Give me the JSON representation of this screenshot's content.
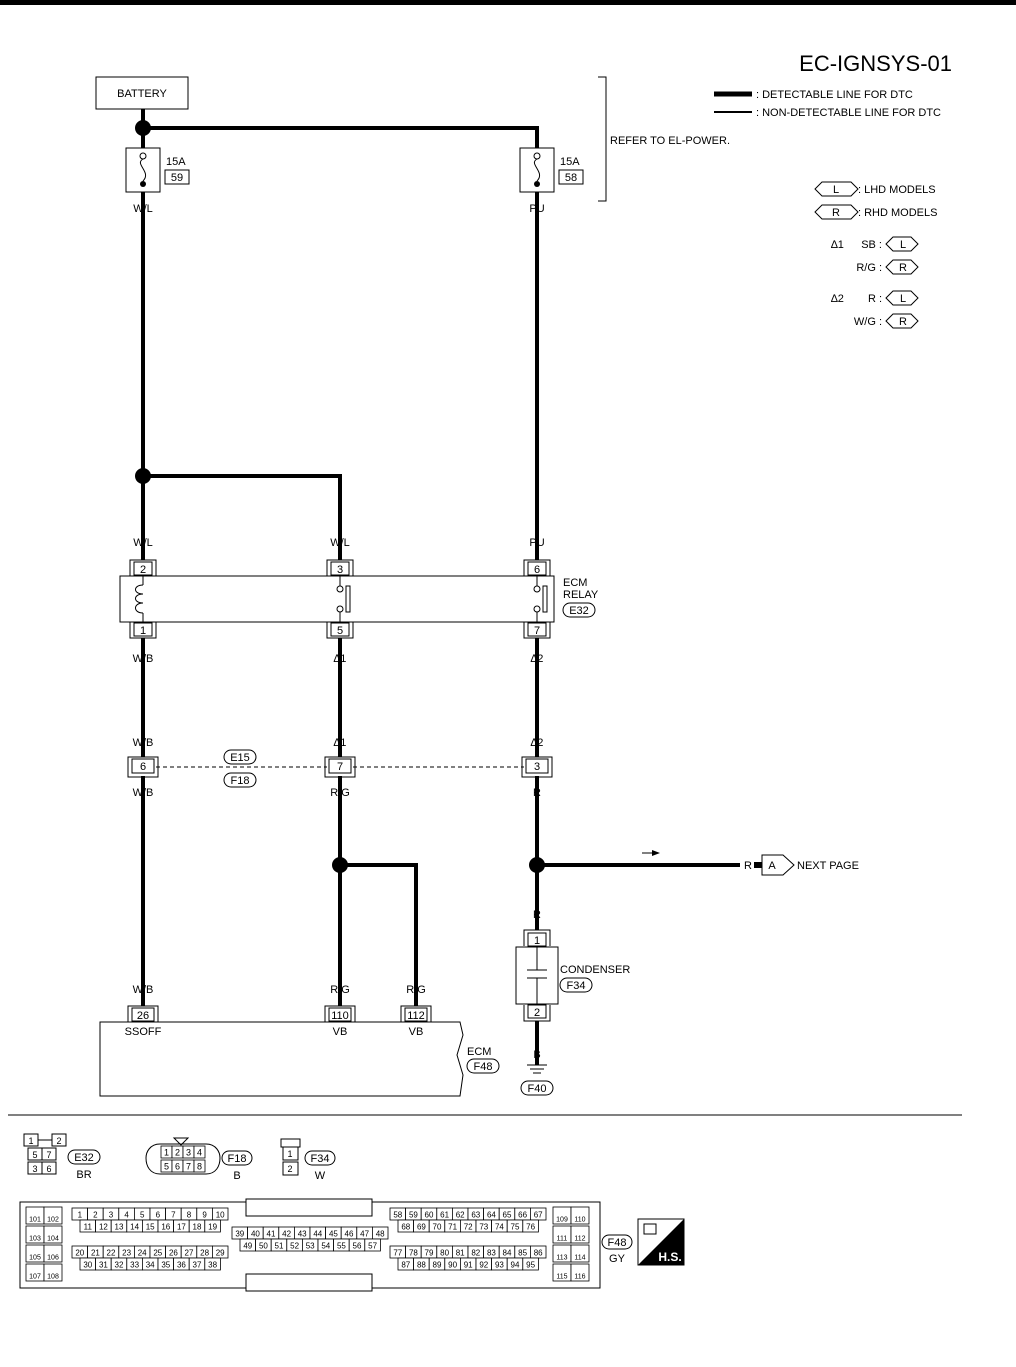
{
  "diagram": {
    "code": "EC-IGNSYS-01",
    "battery": "BATTERY",
    "legend": {
      "detectable": ": DETECTABLE LINE FOR DTC",
      "non_detectable": ": NON-DETECTABLE LINE FOR DTC",
      "refer": "REFER TO EL-POWER.",
      "lhd_code": "L",
      "lhd_text": ": LHD MODELS",
      "rhd_code": "R",
      "rhd_text": ": RHD MODELS",
      "note1_mark": "∆1",
      "note1_a_color": "SB :",
      "note1_b_color": "R/G :",
      "note2_mark": "∆2",
      "note2_a_color": "R :",
      "note2_b_color": "W/G :"
    },
    "fuses": [
      {
        "amp": "15A",
        "num": "59",
        "wire": "W/L"
      },
      {
        "amp": "15A",
        "num": "58",
        "wire": "PU"
      }
    ],
    "wires": {
      "wl1": "W/L",
      "wl2": "W/L",
      "pu": "PU",
      "wb1": "W/B",
      "wb2": "W/B",
      "wb3": "W/B",
      "wb4": "W/B",
      "n1a": "∆1",
      "n1b": "∆1",
      "n2a": "∆2",
      "n2b": "∆2",
      "rg1": "R/G",
      "rg2": "R/G",
      "rg3": "R/G",
      "r1": "R",
      "r2": "R",
      "r3": "R",
      "b": "B"
    },
    "relay": {
      "label1": "ECM",
      "label2": "RELAY",
      "conn": "E32",
      "pins_top": [
        "2",
        "3",
        "6"
      ],
      "pins_bottom": [
        "1",
        "5",
        "7"
      ]
    },
    "joint": {
      "conn_top": "E15",
      "conn_bottom": "F18",
      "pins": [
        "6",
        "7",
        "3"
      ]
    },
    "next_page": {
      "wire": "R",
      "letter": "A",
      "text": "NEXT PAGE"
    },
    "condenser": {
      "label": "CONDENSER",
      "conn": "F34",
      "pins": [
        "1",
        "2"
      ]
    },
    "ground": "F40",
    "ecm": {
      "label": "ECM",
      "conn": "F48",
      "pins": [
        {
          "num": "26",
          "name": "SSOFF"
        },
        {
          "num": "110",
          "name": "VB"
        },
        {
          "num": "112",
          "name": "VB"
        }
      ]
    }
  },
  "connectors": {
    "e32": {
      "id": "E32",
      "color": "BR",
      "cells": [
        "1",
        "2",
        "5",
        "7",
        "3",
        "6"
      ]
    },
    "f18": {
      "id": "F18",
      "color": "B",
      "cells": [
        "1",
        "2",
        "3",
        "4",
        "5",
        "6",
        "7",
        "8"
      ]
    },
    "f34": {
      "id": "F34",
      "color": "W",
      "cells": [
        "1",
        "2"
      ]
    },
    "f48": {
      "id": "F48",
      "color": "GY",
      "hs": "H.S.",
      "left_pairs": [
        [
          "101",
          "102"
        ],
        [
          "103",
          "104"
        ],
        [
          "105",
          "106"
        ],
        [
          "107",
          "108"
        ]
      ],
      "right_pairs": [
        [
          "109",
          "110"
        ],
        [
          "111",
          "112"
        ],
        [
          "113",
          "114"
        ],
        [
          "115",
          "116"
        ]
      ],
      "b1_rows": [
        [
          "1",
          "2",
          "3",
          "4",
          "5",
          "6",
          "7",
          "8",
          "9",
          "10"
        ],
        [
          "11",
          "12",
          "13",
          "14",
          "15",
          "16",
          "17",
          "18",
          "19"
        ],
        [
          "20",
          "21",
          "22",
          "23",
          "24",
          "25",
          "26",
          "27",
          "28",
          "29"
        ],
        [
          "30",
          "31",
          "32",
          "33",
          "34",
          "35",
          "36",
          "37",
          "38"
        ]
      ],
      "b2_rows": [
        [
          "39",
          "40",
          "41",
          "42",
          "43",
          "44",
          "45",
          "46",
          "47",
          "48"
        ],
        [
          "49",
          "50",
          "51",
          "52",
          "53",
          "54",
          "55",
          "56",
          "57"
        ]
      ],
      "b3_rows": [
        [
          "58",
          "59",
          "60",
          "61",
          "62",
          "63",
          "64",
          "65",
          "66",
          "67"
        ],
        [
          "68",
          "69",
          "70",
          "71",
          "72",
          "73",
          "74",
          "75",
          "76"
        ],
        [
          "77",
          "78",
          "79",
          "80",
          "81",
          "82",
          "83",
          "84",
          "85",
          "86"
        ],
        [
          "87",
          "88",
          "89",
          "90",
          "91",
          "92",
          "93",
          "94",
          "95"
        ]
      ]
    }
  }
}
